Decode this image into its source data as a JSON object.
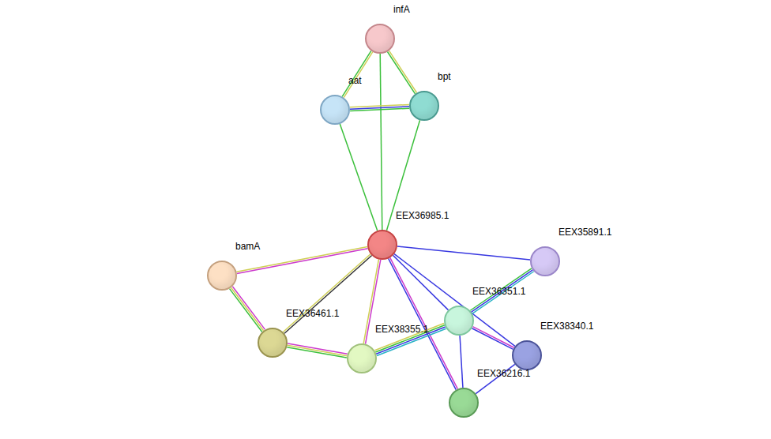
{
  "diagram": {
    "nodes": [
      {
        "text": [
          "infA"
        ]
      },
      {
        "text": [
          "aat"
        ]
      },
      {
        "text": [
          "bpt"
        ]
      },
      {
        "text": [
          "EEX36985.1"
        ]
      },
      {
        "text": [
          "EEX35891.1"
        ]
      },
      {
        "text": [
          "bamA"
        ]
      },
      {
        "text": [
          "EEX36351.1"
        ]
      },
      {
        "text": [
          "EEX36461.1"
        ]
      },
      {
        "text": [
          "EEX38340.1"
        ]
      },
      {
        "text": [
          "EEX38355.1"
        ]
      },
      {
        "text": [
          "EEX36216.1"
        ]
      }
    ],
    "edges": [
      {
        "from": 0,
        "to": 1,
        "arrow": "none"
      },
      {
        "from": 0,
        "to": 2,
        "arrow": "none"
      },
      {
        "from": 0,
        "to": 3,
        "arrow": "none"
      },
      {
        "from": 1,
        "to": 2,
        "arrow": "none"
      },
      {
        "from": 1,
        "to": 3,
        "arrow": "none"
      },
      {
        "from": 2,
        "to": 3,
        "arrow": "none"
      },
      {
        "from": 3,
        "to": 5,
        "arrow": "none"
      },
      {
        "from": 3,
        "to": 4,
        "arrow": "none"
      },
      {
        "from": 3,
        "to": 7,
        "arrow": "none"
      },
      {
        "from": 3,
        "to": 9,
        "arrow": "none"
      },
      {
        "from": 3,
        "to": 6,
        "arrow": "none"
      },
      {
        "from": 3,
        "to": 8,
        "arrow": "none"
      },
      {
        "from": 3,
        "to": 10,
        "arrow": "none"
      },
      {
        "from": 5,
        "to": 7,
        "arrow": "none"
      },
      {
        "from": 7,
        "to": 9,
        "arrow": "none"
      },
      {
        "from": 9,
        "to": 6,
        "arrow": "none"
      },
      {
        "from": 6,
        "to": 4,
        "arrow": "none"
      },
      {
        "from": 6,
        "to": 8,
        "arrow": "none"
      },
      {
        "from": 6,
        "to": 10,
        "arrow": "none"
      },
      {
        "from": 8,
        "to": 10,
        "arrow": "none"
      }
    ]
  }
}
